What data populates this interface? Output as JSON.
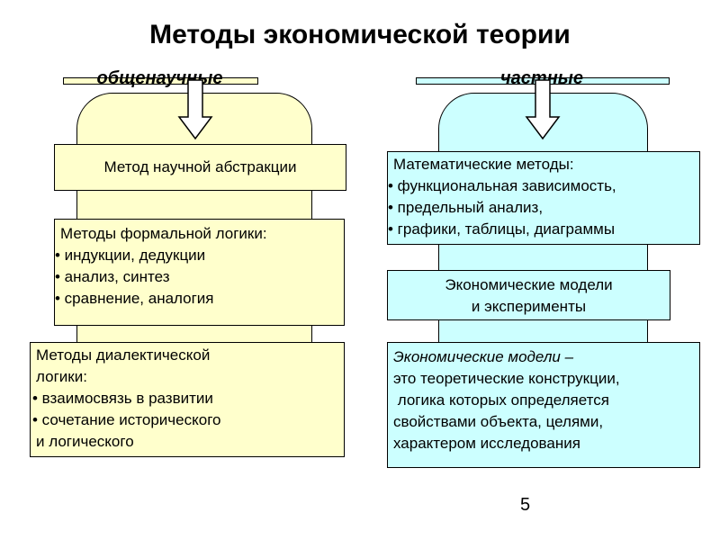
{
  "title": "Методы экономической теории",
  "left": {
    "heading": "общенаучные",
    "box1": "Метод научной абстракции",
    "box2": [
      "Методы формальной логики:",
      "• индукции, дедукции",
      "• анализ, синтез",
      "• сравнение, аналогия"
    ],
    "box3": [
      "Методы диалектической",
      "логики:",
      "• взаимосвязь в развитии",
      "• сочетание исторического",
      "и логического"
    ]
  },
  "right": {
    "heading": "частные",
    "box1": [
      "Математические методы:",
      "• функциональная зависимость,",
      "• предельный анализ,",
      "• графики, таблицы, диаграммы"
    ],
    "box2": [
      "Экономические модели",
      "и эксперименты"
    ],
    "box3": [
      "Экономические модели –",
      "это теоретические конструкции,",
      " логика которых определяется",
      "свойствами объекта, целями,",
      "характером исследования"
    ]
  },
  "page_number": "5",
  "colors": {
    "yellow": "#FFFFCC",
    "cyan": "#CCFFFF"
  }
}
